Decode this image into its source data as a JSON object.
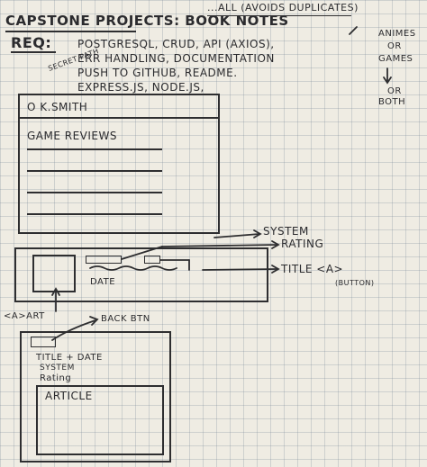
{
  "header": {
    "top_note": "...ALL (AVOIDS DUPLICATES)",
    "title": "CAPSTONE PROJECTS: BOOK NOTES",
    "topic_choice": [
      "ANIMES",
      "OR",
      "GAMES",
      "OR",
      "BOTH"
    ]
  },
  "requirements": {
    "label": "REQ:",
    "lines": [
      "POSTGRESQL, CRUD, API (AXIOS),",
      "ERR HANDLING, DOCUMENTATION",
      "PUSH TO GITHUB, README.",
      "EXPRESS.JS, NODE.JS,"
    ]
  },
  "home_wireframe": {
    "secret_note": "SECRET PATH",
    "user_name": "O K.SMITH",
    "heading": "GAME REVIEWS"
  },
  "card_wireframe": {
    "date_label": "DATE",
    "system_label": "SYSTEM",
    "rating_label": "RATING",
    "title_label": "TITLE <a>",
    "title_note": "(BUTTON)",
    "art_label": "<a>ART"
  },
  "detail_wireframe": {
    "back_label": "BACK BTN",
    "title_date": "TITLE + date",
    "system": "SYSTEM",
    "rating": "Rating",
    "article": "ARTICLE"
  }
}
